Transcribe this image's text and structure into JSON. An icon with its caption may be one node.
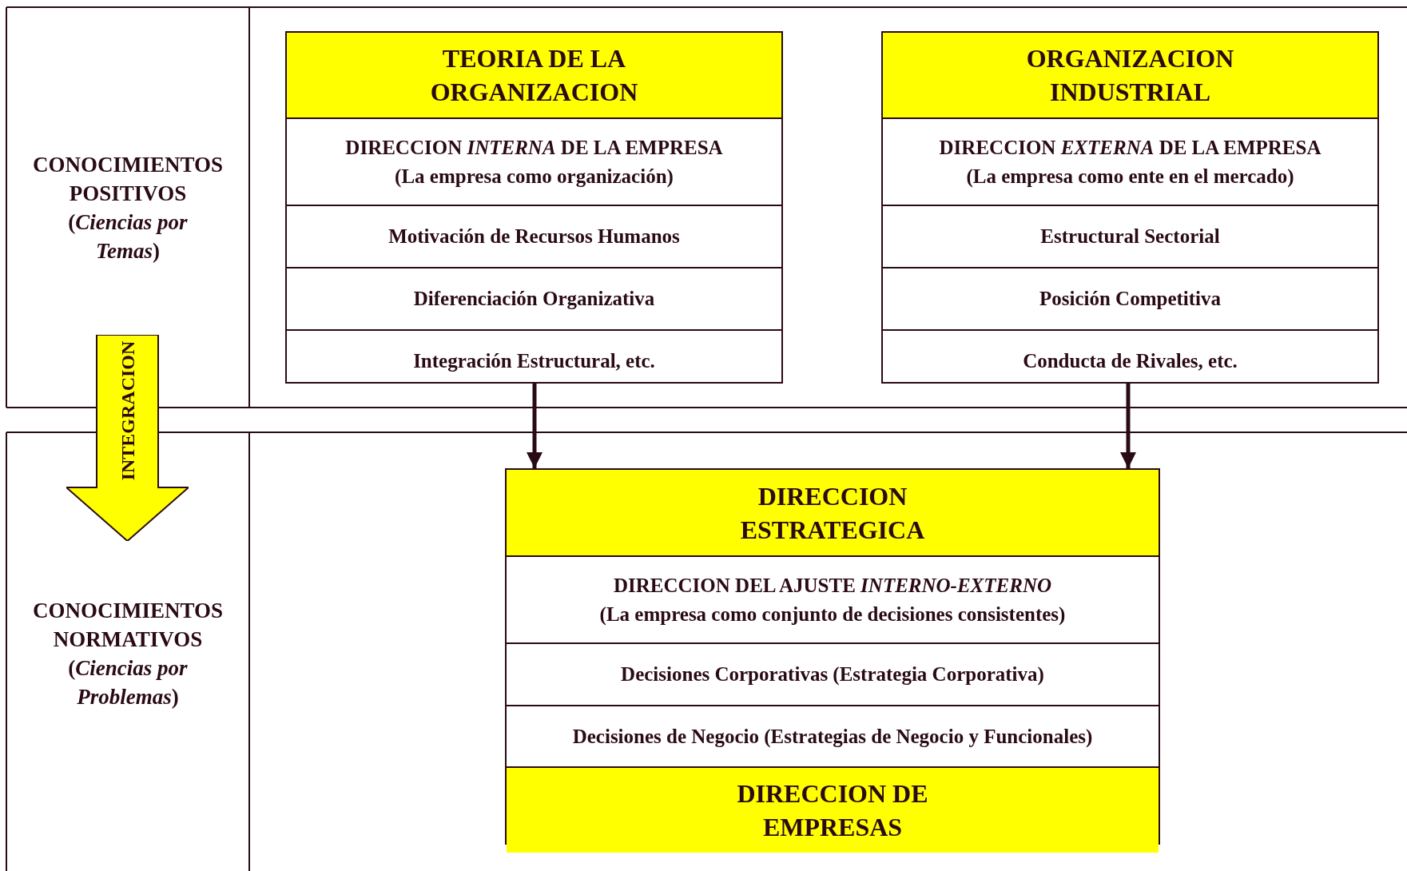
{
  "diagram": {
    "nodes": [
      {
        "text": [
          "CONOCIMIENTOS POSITIVOS",
          "(*Ciencias por Temas*)"
        ]
      },
      {
        "text": [
          "TEORIA DE LA ORGANIZACION",
          "DIRECCION *INTERNA* DE LA EMPRESA",
          "(La empresa como organización)",
          "Motivación de Recursos Humanos",
          "Diferenciación Organizativa",
          "Integración Estructural, etc."
        ]
      },
      {
        "text": [
          "ORGANIZACION INDUSTRIAL",
          "DIRECCION *EXTERNA* DE LA EMPRESA",
          "(La empresa como ente en el mercado)",
          "Estructural Sectorial",
          "Posición Competitiva",
          "Conducta de Rivales, etc."
        ]
      },
      {
        "text": [
          "INTEGRACION"
        ]
      },
      {
        "text": [
          "CONOCIMIENTOS NORMATIVOS",
          "(*Ciencias por Problemas*)"
        ]
      },
      {
        "text": [
          "DIRECCION ESTRATEGICA",
          "DIRECCION DEL AJUSTE *INTERNO-EXTERNO*",
          "(La empresa como conjunto de decisiones consistentes)",
          "Decisiones Corporativas (Estrategia Corporativa)",
          "Decisiones de Negocio (Estrategias de Negocio y Funcionales)",
          "DIRECCION DE EMPRESAS"
        ]
      }
    ],
    "edges": [
      {
        "from": 1,
        "to": 5,
        "arrow": "to"
      },
      {
        "from": 2,
        "to": 5,
        "arrow": "to"
      }
    ]
  }
}
